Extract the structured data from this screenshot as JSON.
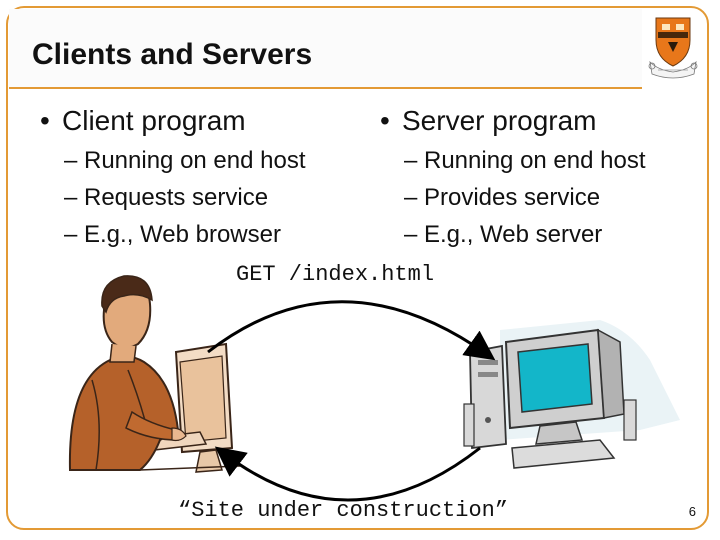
{
  "slide": {
    "title": "Clients and Servers",
    "page_number": "6",
    "client": {
      "heading": "Client program",
      "points": [
        "Running on end host",
        "Requests service",
        "E.g., Web browser"
      ]
    },
    "server": {
      "heading": "Server program",
      "points": [
        "Running on end host",
        "Provides service",
        "E.g., Web server"
      ]
    },
    "request_label": "GET /index.html",
    "response_label": "“Site under construction”",
    "colors": {
      "frame": "#e39a35",
      "arrow": "#000000",
      "shield_orange": "#e8771a"
    },
    "icons": {
      "bullet": "•",
      "dash": "–"
    }
  }
}
